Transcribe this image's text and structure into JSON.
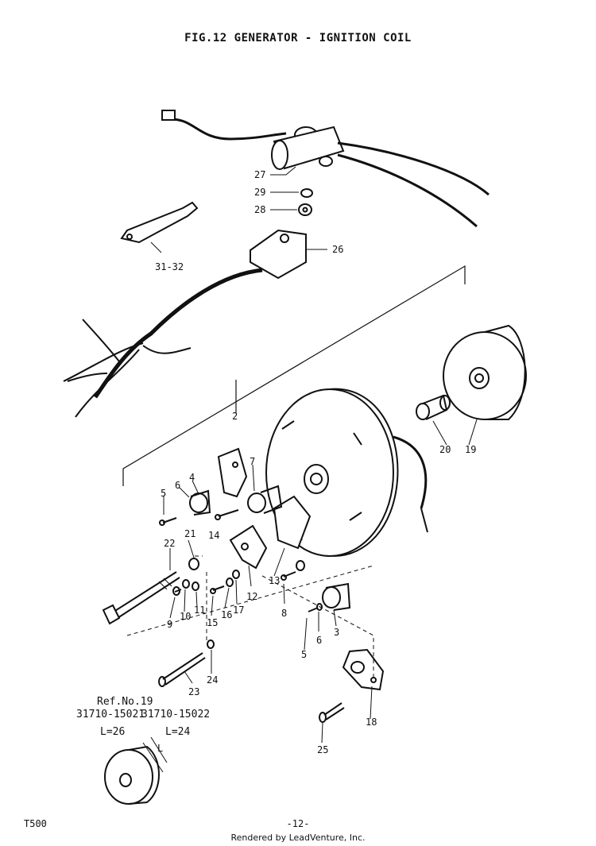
{
  "title": "FIG.12  GENERATOR - IGNITION COIL",
  "callouts": {
    "c27": "27",
    "c29": "29",
    "c28": "28",
    "c31_32": "31-32",
    "c26": "26",
    "c2": "2",
    "c20": "20",
    "c19": "19",
    "c4": "4",
    "c6a": "6",
    "c5a": "5",
    "c7": "7",
    "c21": "21",
    "c14": "14",
    "c22": "22",
    "c13": "13",
    "c12": "12",
    "c9": "9",
    "c10": "10",
    "c11": "11",
    "c15": "15",
    "c16": "16",
    "c17": "17",
    "c8": "8",
    "c3": "3",
    "c6b": "6",
    "c5b": "5",
    "c24": "24",
    "c23": "23",
    "c18": "18",
    "c25": "25",
    "cL": "L"
  },
  "reference": {
    "ref_no": "Ref.No.19",
    "part_a": "31710-15021",
    "part_b": "31710-15022",
    "len_a": "L=26",
    "len_b": "L=24"
  },
  "footer": {
    "model": "T500",
    "page": "-12-",
    "credit": "Rendered by LeadVenture, Inc."
  }
}
